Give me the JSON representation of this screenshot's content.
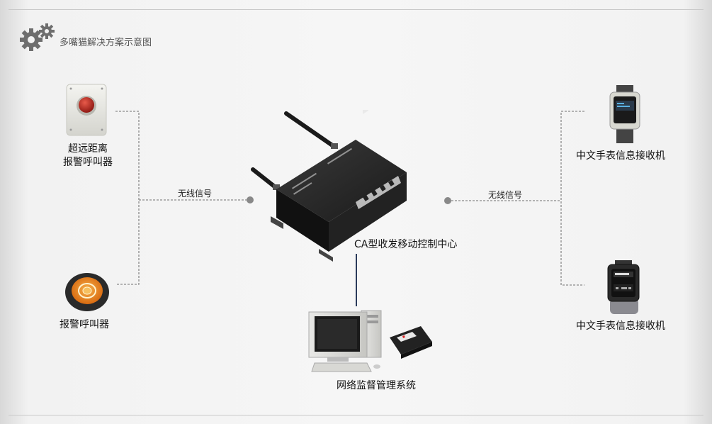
{
  "title": "多嘴猫解决方案示意图",
  "icons": {
    "header": "gears-icon"
  },
  "devices": {
    "long_range_alarm": {
      "line1": "超远距离",
      "line2": "报警呼叫器",
      "icon": "emergency-button-icon"
    },
    "alarm": {
      "label": "报警呼叫器",
      "icon": "round-alarm-button-icon"
    },
    "center": {
      "label": "CA型收发移动控制中心",
      "icon": "wireless-router-icon"
    },
    "watch_top": {
      "label": "中文手表信息接收机",
      "icon": "watch-receiver-icon"
    },
    "watch_bottom": {
      "label": "中文手表信息接收机",
      "icon": "watch-receiver-icon"
    },
    "monitor": {
      "label": "网络监督管理系统",
      "icon": "desktop-computer-icon"
    }
  },
  "links": {
    "left": "无线信号",
    "right": "无线信号"
  },
  "colors": {
    "dashed_line": "#8a8a8a",
    "connector": "#2a3a5a",
    "node": "#888888"
  }
}
